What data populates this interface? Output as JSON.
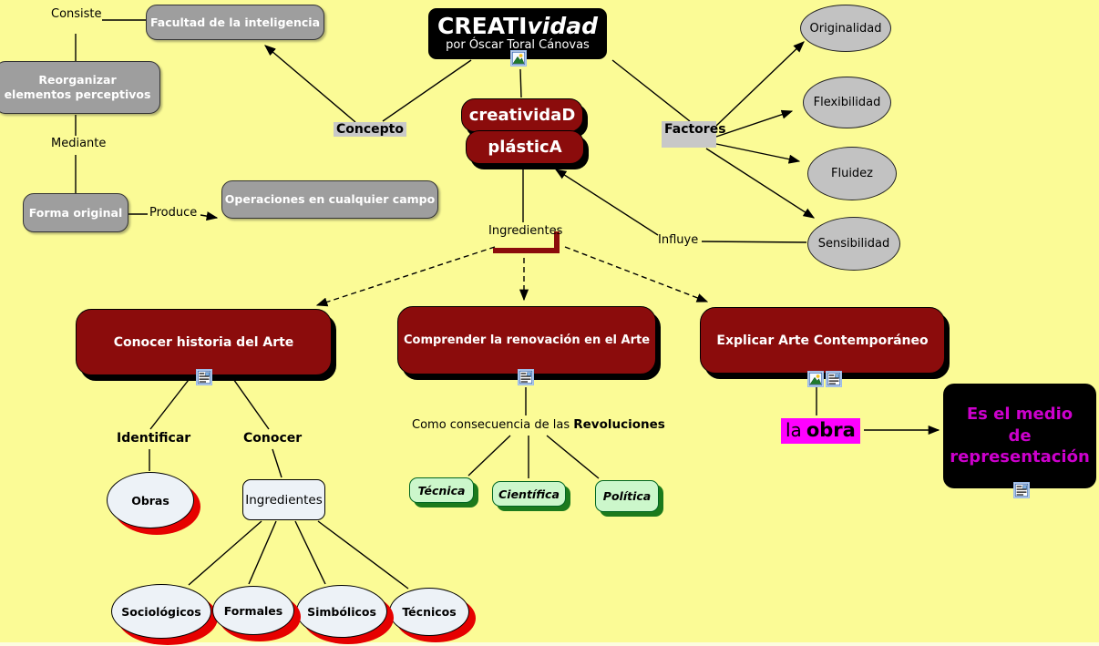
{
  "colors": {
    "background": "#FBFB96",
    "maroon_node": "#8B0C0C",
    "gray_node": "#9E9E9E",
    "gray_ellipse": "#C2C2C2",
    "silver_label_bg": "#C8C8C8",
    "white_ellipse_fill": "#EDF2F7",
    "red_ellipse_shadow": "#E60000",
    "green_box_fill": "#CCF7CB",
    "green_box_shadow": "#1C7A1C",
    "magenta_highlight": "#FF00FF",
    "magenta_text": "#CC00CC",
    "black_box": "#000000"
  },
  "title": {
    "part1": "CREATI",
    "part2": "vidad",
    "subtitle": "por Óscar Toral Cánovas"
  },
  "nodes": {
    "facultad": "Facultad de la inteligencia",
    "reorganizar": {
      "line1": "Reorganizar",
      "line2": "elementos perceptivos"
    },
    "forma_original": "Forma original",
    "operaciones": "Operaciones en cualquier campo",
    "creatividad": "creatividaD",
    "plastica": "plásticA",
    "originalidad": "Originalidad",
    "flexibilidad": "Flexibilidad",
    "fluidez": "Fluidez",
    "sensibilidad": "Sensibilidad",
    "conocer_historia": "Conocer historia del Arte",
    "comprender": "Comprender la renovación en el Arte",
    "explicar": "Explicar Arte Contemporáneo",
    "obras": "Obras",
    "ingredientes_concepto": "Ingredientes",
    "sociologicos": "Sociológicos",
    "formales": "Formales",
    "simbolicos": "Simbólicos",
    "tecnicos": "Técnicos",
    "tecnica": "Técnica",
    "cientifica": "Científica",
    "politica": "Política",
    "la_obra": {
      "part1": "la",
      "part2": "obra"
    },
    "es_el_medio": {
      "line1": "Es el medio",
      "line2": "de",
      "line3": "representación"
    }
  },
  "links": {
    "consiste": "Consiste",
    "mediante": "Mediante",
    "produce": "Produce",
    "concepto": "Concepto",
    "factores": "Factores",
    "ingredientes": "Ingredientes",
    "influye": "Influye",
    "identificar": "Identificar",
    "conocer": "Conocer",
    "como_normal": "Como consecuencia de las",
    "como_bold": "Revoluciones"
  },
  "icons": {
    "image_icon": "🖼",
    "document_icon": "📄"
  }
}
